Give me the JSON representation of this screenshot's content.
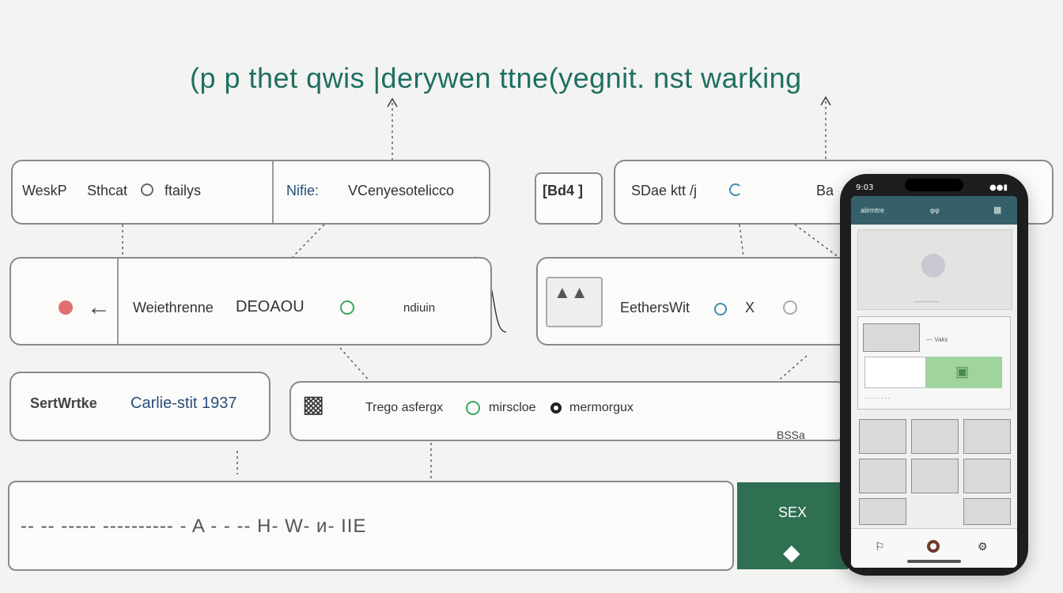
{
  "title": "(p p thet qwis |derywen ttne(yegnit. nst warking",
  "row1": {
    "left_labels": [
      "WeskP",
      "Sthcat",
      "ftailys"
    ],
    "mid_label": "Nifie:",
    "mid_value": "VCenyesotelicco",
    "card_label": "[Bd4 ]",
    "right_label": "SDae ktt /j",
    "right_end": "Ba"
  },
  "row2": {
    "left_label": "Weiethrenne",
    "left_value": "DEOAOU",
    "left_extra": "ndiuin",
    "right_label": "EethersWit",
    "right_glyph": "X"
  },
  "row3": {
    "left_label": "SertWrtke",
    "left_value": "Carlie-stit 1937",
    "mid_label": "Trego asfergx",
    "option1": "mirscloe",
    "option2": "mermorgux",
    "tag": "BSSa"
  },
  "row4": {
    "text": "-- -- ----- ---------- - A - - -- H- W- и- IIE",
    "panel_label": "SEX"
  },
  "phone": {
    "time": "9:03",
    "appbar_left": "alirmtre",
    "appbar_mid": "φφ",
    "hero_caption": "------------",
    "card_label": "— Vaks",
    "card_caption": "- - - - - - - -"
  },
  "colors": {
    "accent": "#1f6f62",
    "dark_green": "#2f6f52",
    "red_dot": "#e07070",
    "green_ring": "#3aa660"
  }
}
